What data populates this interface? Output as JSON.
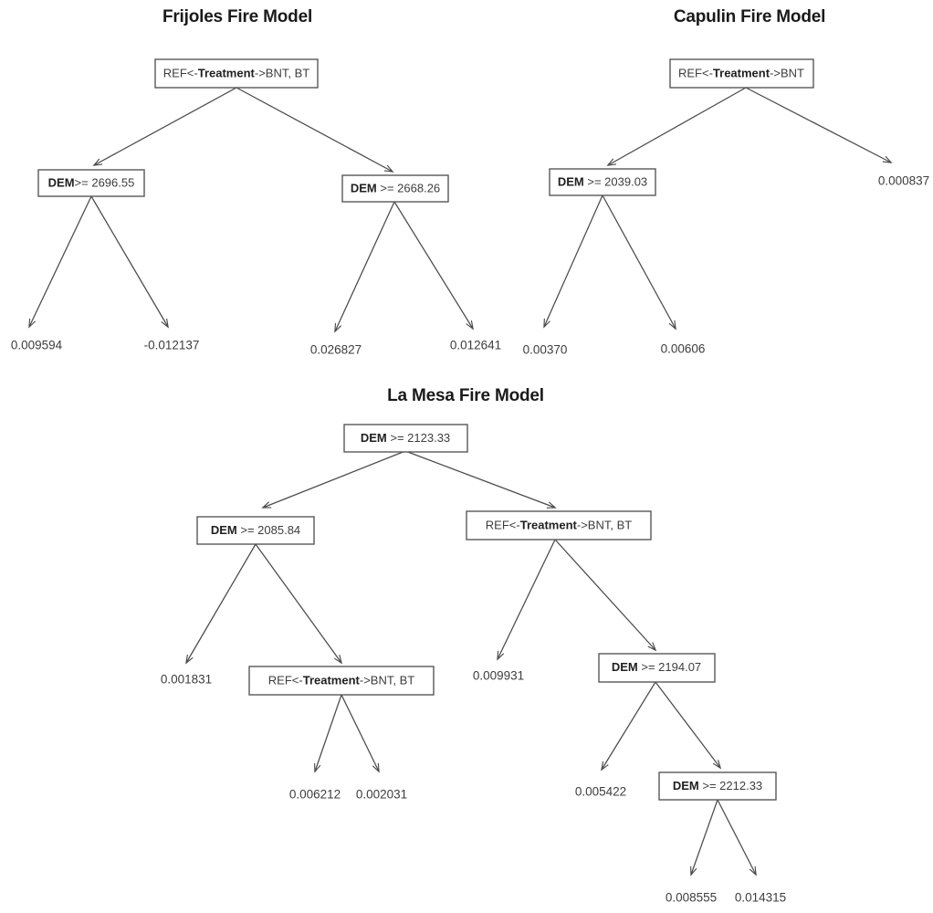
{
  "figure": {
    "type": "decision-tree-diagram",
    "background_color": "#ffffff",
    "line_color": "#4a4a4a",
    "box_border_color": "#595959",
    "text_color": "#3d3d3d",
    "title_color": "#1a1a1a"
  },
  "models": [
    {
      "id": "frijoles",
      "title": "Frijoles Fire Model",
      "root": {
        "label_plain": "REF<-Treatment->BNT, BT",
        "label_parts": [
          "REF<-",
          "Treatment",
          "->BNT, BT"
        ]
      },
      "nodes": [
        {
          "id": "f-root",
          "kind": "split",
          "label": "REF<-Treatment->BNT, BT"
        },
        {
          "id": "f-left",
          "kind": "split",
          "label": "DEM >= 2696.55",
          "variable": "DEM",
          "operator": ">=",
          "threshold": "2696.55"
        },
        {
          "id": "f-right",
          "kind": "split",
          "label": "DEM >= 2668.26",
          "variable": "DEM",
          "operator": ">=",
          "threshold": "2668.26"
        }
      ],
      "leaves": [
        {
          "id": "f-leaf-1",
          "value": "0.009594"
        },
        {
          "id": "f-leaf-2",
          "value": "-0.012137"
        },
        {
          "id": "f-leaf-3",
          "value": "0.026827"
        },
        {
          "id": "f-leaf-4",
          "value": "0.012641"
        }
      ]
    },
    {
      "id": "capulin",
      "title": "Capulin Fire Model",
      "root": {
        "label_plain": "REF<-Treatment->BNT",
        "label_parts": [
          "REF<-",
          "Treatment",
          "->BNT"
        ]
      },
      "nodes": [
        {
          "id": "c-root",
          "kind": "split",
          "label": "REF<-Treatment->BNT"
        },
        {
          "id": "c-left",
          "kind": "split",
          "label": "DEM >= 2039.03",
          "variable": "DEM",
          "operator": ">=",
          "threshold": "2039.03"
        }
      ],
      "leaves": [
        {
          "id": "c-leaf-1",
          "value": "0.00370"
        },
        {
          "id": "c-leaf-2",
          "value": "0.00606"
        },
        {
          "id": "c-leaf-3",
          "value": "0.000837"
        }
      ]
    },
    {
      "id": "lamesa",
      "title": "La Mesa Fire Model",
      "nodes": [
        {
          "id": "l-root",
          "kind": "split",
          "label": "DEM >= 2123.33",
          "variable": "DEM",
          "operator": ">=",
          "threshold": "2123.33"
        },
        {
          "id": "l-l1",
          "kind": "split",
          "label": "DEM >= 2085.84",
          "variable": "DEM",
          "operator": ">=",
          "threshold": "2085.84"
        },
        {
          "id": "l-r1",
          "kind": "split",
          "label": "REF<-Treatment->BNT, BT"
        },
        {
          "id": "l-l2",
          "kind": "split",
          "label": "REF<-Treatment->BNT, BT"
        },
        {
          "id": "l-r2",
          "kind": "split",
          "label": "DEM >= 2194.07",
          "variable": "DEM",
          "operator": ">=",
          "threshold": "2194.07"
        },
        {
          "id": "l-r3",
          "kind": "split",
          "label": "DEM >= 2212.33",
          "variable": "DEM",
          "operator": ">=",
          "threshold": "2212.33"
        }
      ],
      "leaves": [
        {
          "id": "l-leaf-1",
          "value": "0.001831"
        },
        {
          "id": "l-leaf-2",
          "value": "0.006212"
        },
        {
          "id": "l-leaf-3",
          "value": "0.002031"
        },
        {
          "id": "l-leaf-4",
          "value": "0.009931"
        },
        {
          "id": "l-leaf-5",
          "value": "0.005422"
        },
        {
          "id": "l-leaf-6",
          "value": "0.008555"
        },
        {
          "id": "l-leaf-7",
          "value": "0.014315"
        }
      ]
    }
  ],
  "labels": {
    "frijoles_title": "Frijoles Fire Model",
    "capulin_title": "Capulin Fire Model",
    "lamesa_title": "La Mesa Fire Model",
    "ref_prefix": "REF<-",
    "treatment": "Treatment",
    "ref_suffix_bt": "->BNT, BT",
    "ref_suffix_plain": "->BNT",
    "dem": "DEM",
    "op": ">= ",
    "t_2696": "2696.55",
    "t_2668": "2668.26",
    "t_2039": "2039.03",
    "t_2123": "2123.33",
    "t_2085": "2085.84",
    "t_2194": "2194.07",
    "t_2212": "2212.33",
    "v_009594": "0.009594",
    "v_n012137": "-0.012137",
    "v_026827": "0.026827",
    "v_012641": "0.012641",
    "v_00370": "0.00370",
    "v_00606": "0.00606",
    "v_000837": "0.000837",
    "v_001831": "0.001831",
    "v_006212": "0.006212",
    "v_002031": "0.002031",
    "v_009931": "0.009931",
    "v_005422": "0.005422",
    "v_008555": "0.008555",
    "v_014315": "0.014315"
  }
}
